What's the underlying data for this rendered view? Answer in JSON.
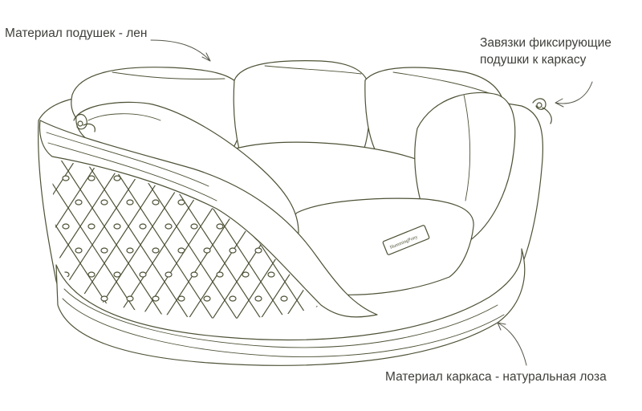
{
  "callouts": {
    "cushion_material": "Материал подушек - лен",
    "ties_line1": "Завязки фиксирующие",
    "ties_line2": "подушки к каркасу",
    "frame_material": "Материал каркаса - натуральная лоза"
  },
  "product": {
    "tag_label": "HummingPony"
  },
  "colors": {
    "line": "#4e5236",
    "text": "#3f3f3a",
    "background": "#ffffff"
  }
}
